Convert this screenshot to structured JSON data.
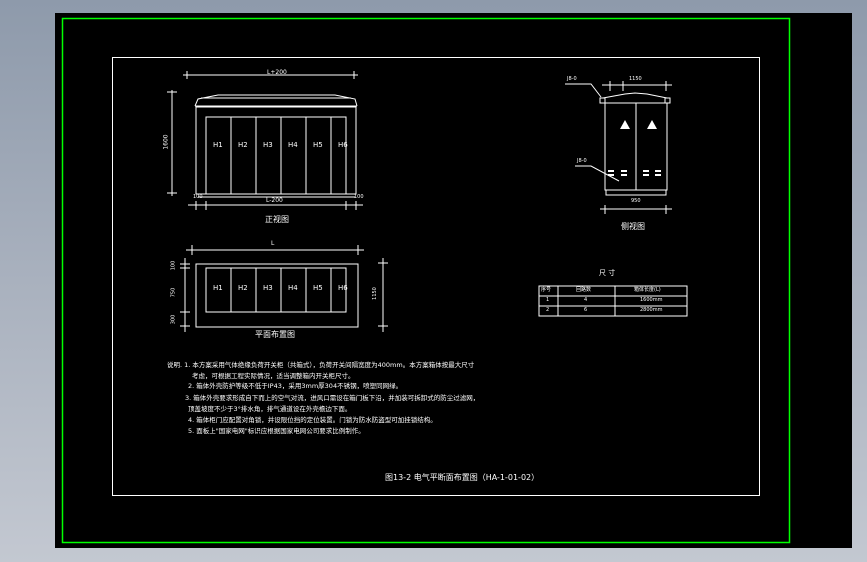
{
  "drawing": {
    "title": "图13-2 电气平断面布置图（HA-1-01-02）",
    "colors": {
      "background": "#000000",
      "outer_frame": "#00ff00",
      "inner_frame": "#ffffff",
      "workspace": "#a4adba"
    }
  },
  "front_view": {
    "caption": "正视图",
    "dim_top": "L+200",
    "dim_bottom": "L-200",
    "dim_height": "1600",
    "dim_left_margin": "100",
    "dim_right_margin": "100",
    "cabinets": [
      "H1",
      "H2",
      "H3",
      "H4",
      "H5",
      "H6"
    ]
  },
  "plan_view": {
    "caption": "平面布置图",
    "dim_top": "L",
    "dim_left_top": "100",
    "dim_left_mid": "750",
    "dim_left_bottom": "300",
    "dim_right": "1150",
    "cabinets": [
      "H1",
      "H2",
      "H3",
      "H4",
      "H5",
      "H6"
    ]
  },
  "side_view": {
    "caption": "侧视图",
    "dim_top": "1150",
    "dim_bottom": "950",
    "leader_top": "J8-0",
    "leader_mid": "J8-0"
  },
  "size_table": {
    "title": "尺  寸",
    "headers": [
      "序号",
      "回路数",
      "箱体长度(L)"
    ],
    "rows": [
      [
        "1",
        "4",
        "1600mm"
      ],
      [
        "2",
        "6",
        "2800mm"
      ]
    ]
  },
  "notes": {
    "lines": [
      "说明. 1. 本方案采用气体绝缘负荷开关柜（共箱式），负荷开关间隔宽度为400mm。本方案箱体按最大尺寸",
      "考虑，可根据工程实际情况，适当调整箱内开关柜尺寸。",
      "2. 箱体外壳防护等级不低于IP43，采用3mm厚304不锈钢，喷塑同网绿。",
      "3. 箱体外壳要求形成自下而上的空气对流，进风口需设在箱门板下沿，并加装可拆卸式的防尘过滤网，",
      "顶盖坡度不少于3°排水角，排气通道设在外壳檐边下面。",
      "4. 箱体柜门应配置对角锁，并设限位挡的定位装置。门锁为防水防盗型可加挂锁结构。",
      "5. 面板上\"国家电网\"标识应根据国家电网公司要求比例制作。"
    ]
  }
}
